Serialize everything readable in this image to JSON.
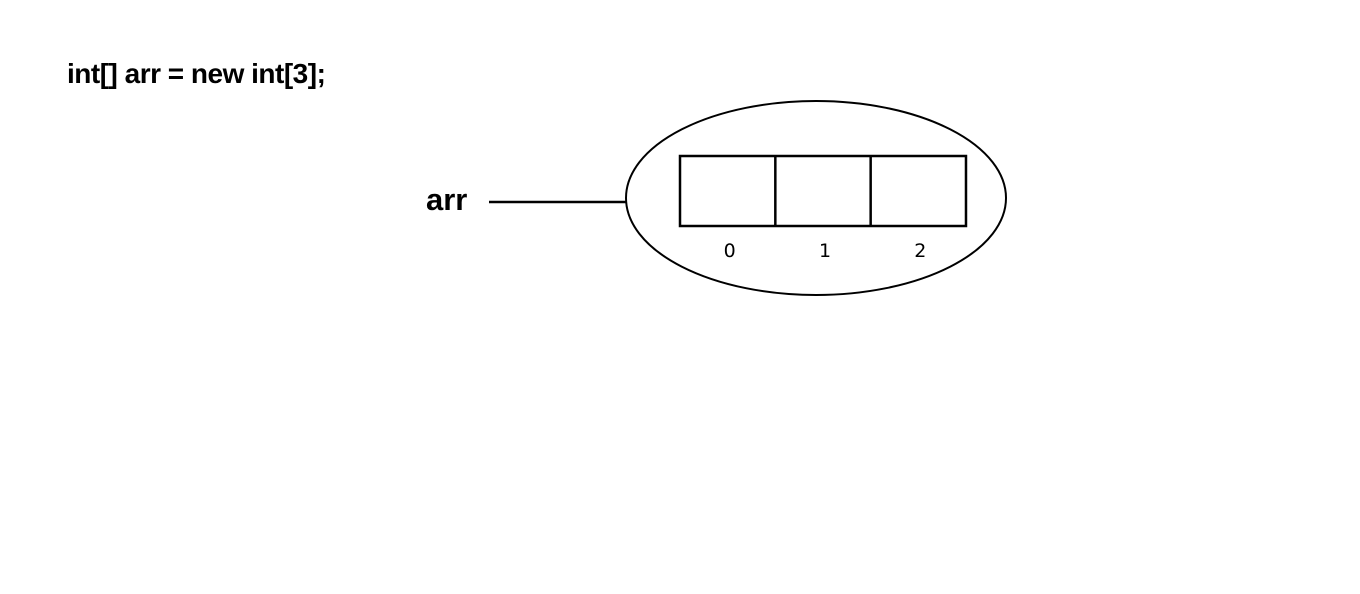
{
  "code": "int[] arr = new int[3];",
  "variable": "arr",
  "array": {
    "length": 3,
    "indices": [
      "0",
      "1",
      "2"
    ]
  },
  "colors": {
    "stroke": "#000000",
    "background": "#ffffff"
  }
}
